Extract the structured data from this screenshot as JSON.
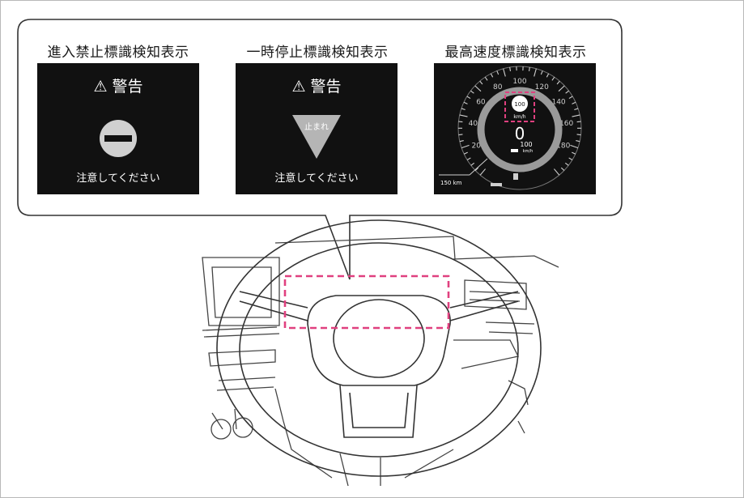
{
  "panels": [
    {
      "title": "進入禁止標識検知表示",
      "warning_symbol": "⚠",
      "warning_label": "警告",
      "sign_icon": "no-entry-sign-icon",
      "caution": "注意してください"
    },
    {
      "title": "一時停止標識検知表示",
      "warning_symbol": "⚠",
      "warning_label": "警告",
      "sign_icon": "stop-sign-icon",
      "sign_text": "止まれ",
      "caution": "注意してください"
    },
    {
      "title": "最高速度標識検知表示"
    }
  ],
  "speedometer": {
    "scale_labels": [
      "20",
      "40",
      "60",
      "80",
      "100",
      "120",
      "140",
      "160",
      "180"
    ],
    "limit_value": "100",
    "limit_unit": "km/h",
    "current_speed": "0",
    "cruise_value": "100",
    "cruise_unit": "km/h",
    "odometer": "150 km"
  },
  "colors": {
    "highlight": "#e0407f",
    "screen": "#111111"
  }
}
